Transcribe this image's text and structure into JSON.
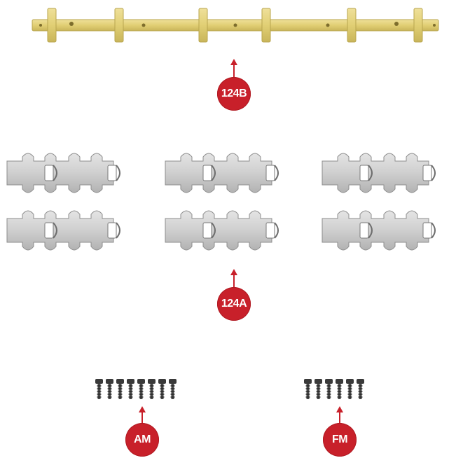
{
  "parts": {
    "bar_color": "#e1cf74",
    "track_color": "#c9c9c9",
    "screw_color": "#3a3a3a"
  },
  "callouts": {
    "bar": "124B",
    "tracks": "124A",
    "screws_left": "AM",
    "screws_right": "FM",
    "color": "#c8202a"
  },
  "icons": {
    "bar": "yellow-mounting-bar-icon",
    "track": "track-link-segment-icon",
    "screw": "screw-icon"
  }
}
